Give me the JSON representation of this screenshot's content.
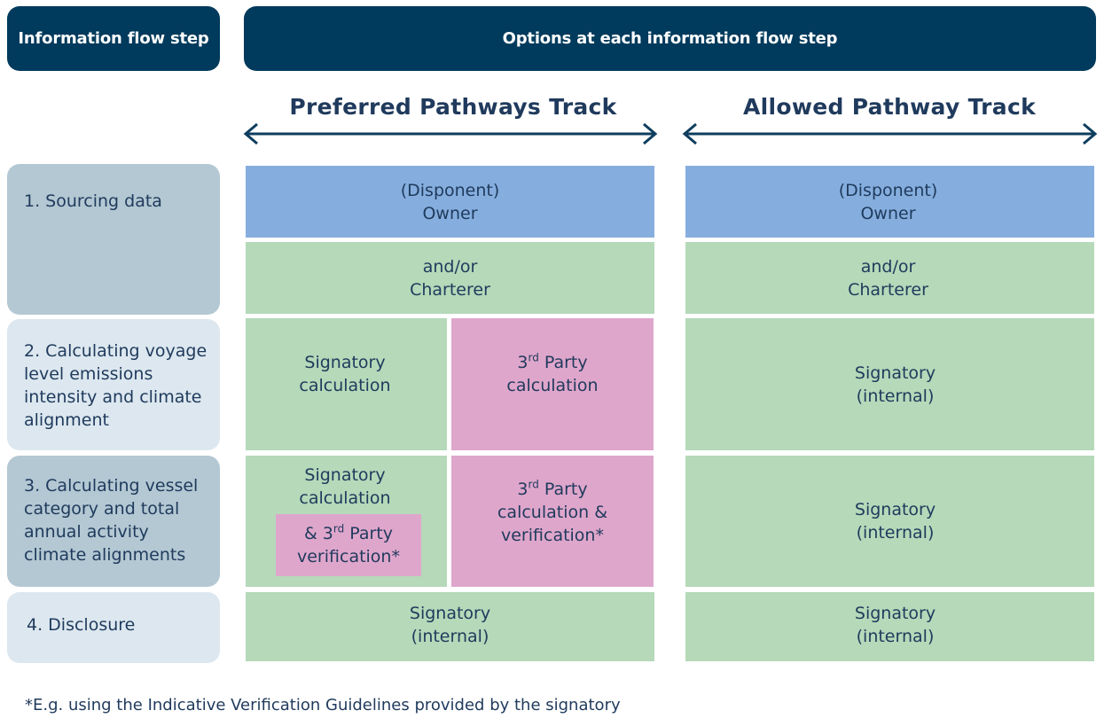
{
  "header": {
    "left": "Information flow step",
    "right": "Options at each information flow step"
  },
  "tracks": {
    "preferred": "Preferred Pathways Track",
    "allowed": "Allowed Pathway Track"
  },
  "steps": [
    {
      "label": "1. Sourcing data"
    },
    {
      "label": "2. Calculating voyage level emissions intensity and climate alignment"
    },
    {
      "label": "3. Calculating vessel category and total annual activity climate alignments"
    },
    {
      "label": "4. Disclosure"
    }
  ],
  "preferred": {
    "owner": {
      "line1": "(Disponent)",
      "line2": "Owner"
    },
    "charterer": {
      "line1": "and/or",
      "line2": "Charterer"
    },
    "step2_signatory": {
      "line1": "Signatory",
      "line2": "calculation"
    },
    "step2_third": {
      "num": "3",
      "sup": "rd",
      "rest": " Party",
      "line2": "calculation"
    },
    "step3_signatory": {
      "line1": "Signatory",
      "line2": "calculation"
    },
    "step3_inner": {
      "pre": "& 3",
      "sup": "rd",
      "rest": " Party",
      "line2": "verification*"
    },
    "step3_third": {
      "num": "3",
      "sup": "rd",
      "rest": " Party",
      "line2": "calculation &",
      "line3": "verification*"
    },
    "step4": {
      "line1": "Signatory",
      "line2": "(internal)"
    }
  },
  "allowed": {
    "owner": {
      "line1": "(Disponent)",
      "line2": "Owner"
    },
    "charterer": {
      "line1": "and/or",
      "line2": "Charterer"
    },
    "step2": {
      "line1": "Signatory",
      "line2": "(internal)"
    },
    "step3": {
      "line1": "Signatory",
      "line2": "(internal)"
    },
    "step4": {
      "line1": "Signatory",
      "line2": "(internal)"
    }
  },
  "footnote": "*E.g. using the Indicative Verification Guidelines provided by the signatory",
  "colors": {
    "header": "#003a5c",
    "blue": "#85aede",
    "green": "#b5d9b9",
    "pink": "#dfa6cc",
    "step_dark": "#b3c8d3",
    "step_light": "#dce7ef",
    "text": "#1f3a5c"
  },
  "icons": [
    "double-arrow-icon"
  ]
}
